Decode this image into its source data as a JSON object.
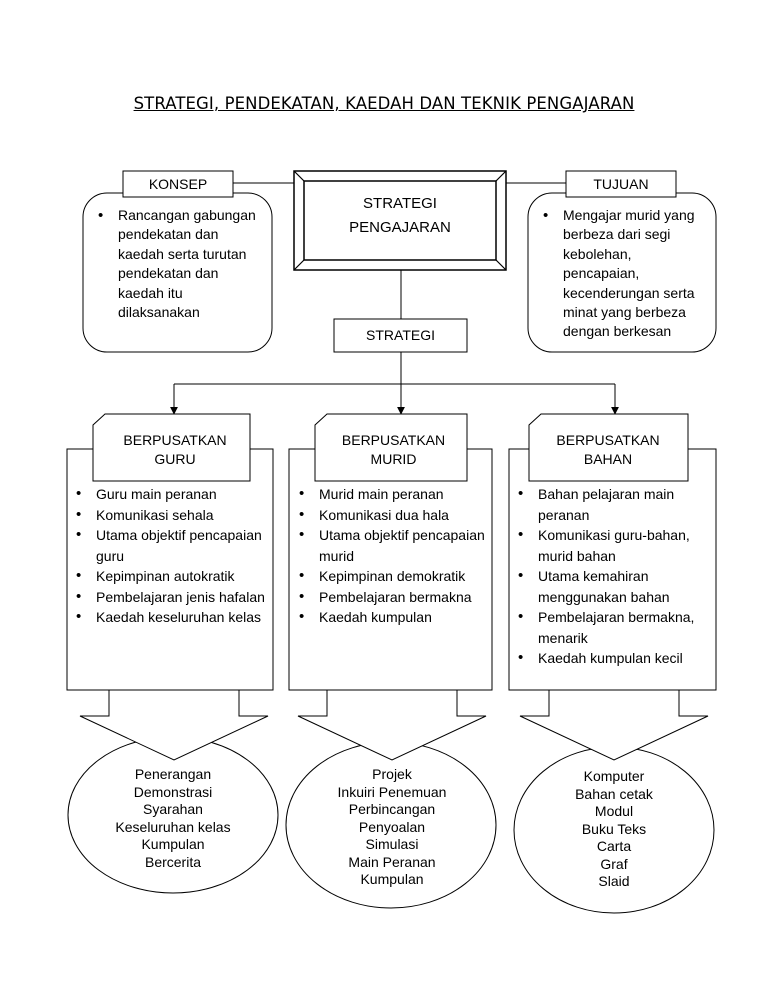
{
  "title": "STRATEGI, PENDEKATAN, KAEDAH DAN TEKNIK PENGAJARAN",
  "center": {
    "line1": "STRATEGI",
    "line2": "PENGAJARAN"
  },
  "strategi_label": "STRATEGI",
  "konsep": {
    "label": "KONSEP",
    "items": [
      "Rancangan gabungan pendekatan dan kaedah serta turutan pendekatan dan kaedah itu dilaksanakan"
    ]
  },
  "tujuan": {
    "label": "TUJUAN",
    "items": [
      "Mengajar murid yang berbeza dari segi kebolehan, pencapaian, kecenderungan serta minat yang berbeza dengan berkesan"
    ]
  },
  "columns": [
    {
      "heading1": "BERPUSATKAN",
      "heading2": "GURU",
      "items": [
        "Guru main peranan",
        "Komunikasi sehala",
        "Utama objektif pencapaian guru",
        "Kepimpinan autokratik",
        "Pembelajaran jenis hafalan",
        "Kaedah keseluruhan kelas"
      ],
      "oval": [
        "Penerangan",
        "Demonstrasi",
        "Syarahan",
        "Keseluruhan kelas",
        "Kumpulan",
        "Bercerita"
      ]
    },
    {
      "heading1": "BERPUSATKAN",
      "heading2": "MURID",
      "items": [
        "Murid main peranan",
        "Komunikasi dua hala",
        "Utama objektif pencapaian murid",
        "Kepimpinan demokratik",
        "Pembelajaran bermakna",
        "Kaedah kumpulan"
      ],
      "oval": [
        "Projek",
        "Inkuiri Penemuan",
        "Perbincangan",
        "Penyoalan",
        "Simulasi",
        "Main Peranan",
        "Kumpulan"
      ]
    },
    {
      "heading1": "BERPUSATKAN",
      "heading2": "BAHAN",
      "items": [
        "Bahan pelajaran main peranan",
        "Komunikasi guru-bahan, murid bahan",
        "Utama kemahiran menggunakan bahan",
        "Pembelajaran bermakna, menarik",
        "Kaedah kumpulan kecil"
      ],
      "oval": [
        "Komputer",
        "Bahan cetak",
        "Modul",
        "Buku Teks",
        "Carta",
        "Graf",
        "Slaid"
      ]
    }
  ]
}
